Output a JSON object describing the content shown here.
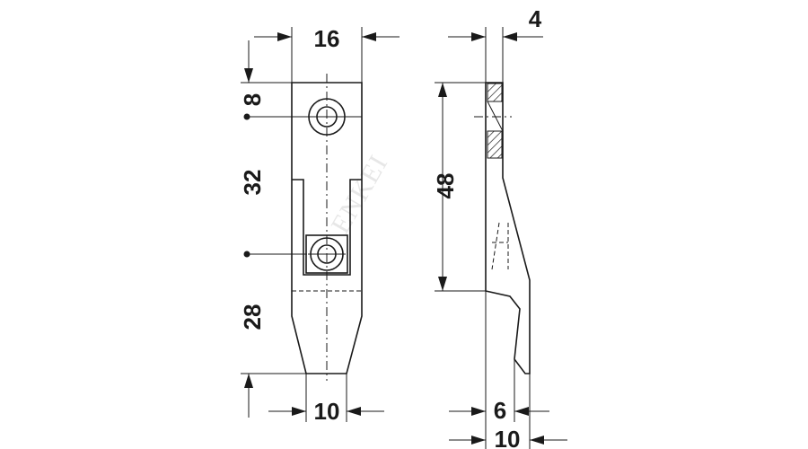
{
  "dimensions": {
    "front_width_top": "16",
    "hole_offset_top": "8",
    "hole_spacing": "32",
    "tip_length": "28",
    "front_width_bottom": "10",
    "side_thickness_top": "4",
    "side_height": "48",
    "side_hook_inner": "6",
    "side_total_depth": "10"
  },
  "watermark": "ENKEI"
}
